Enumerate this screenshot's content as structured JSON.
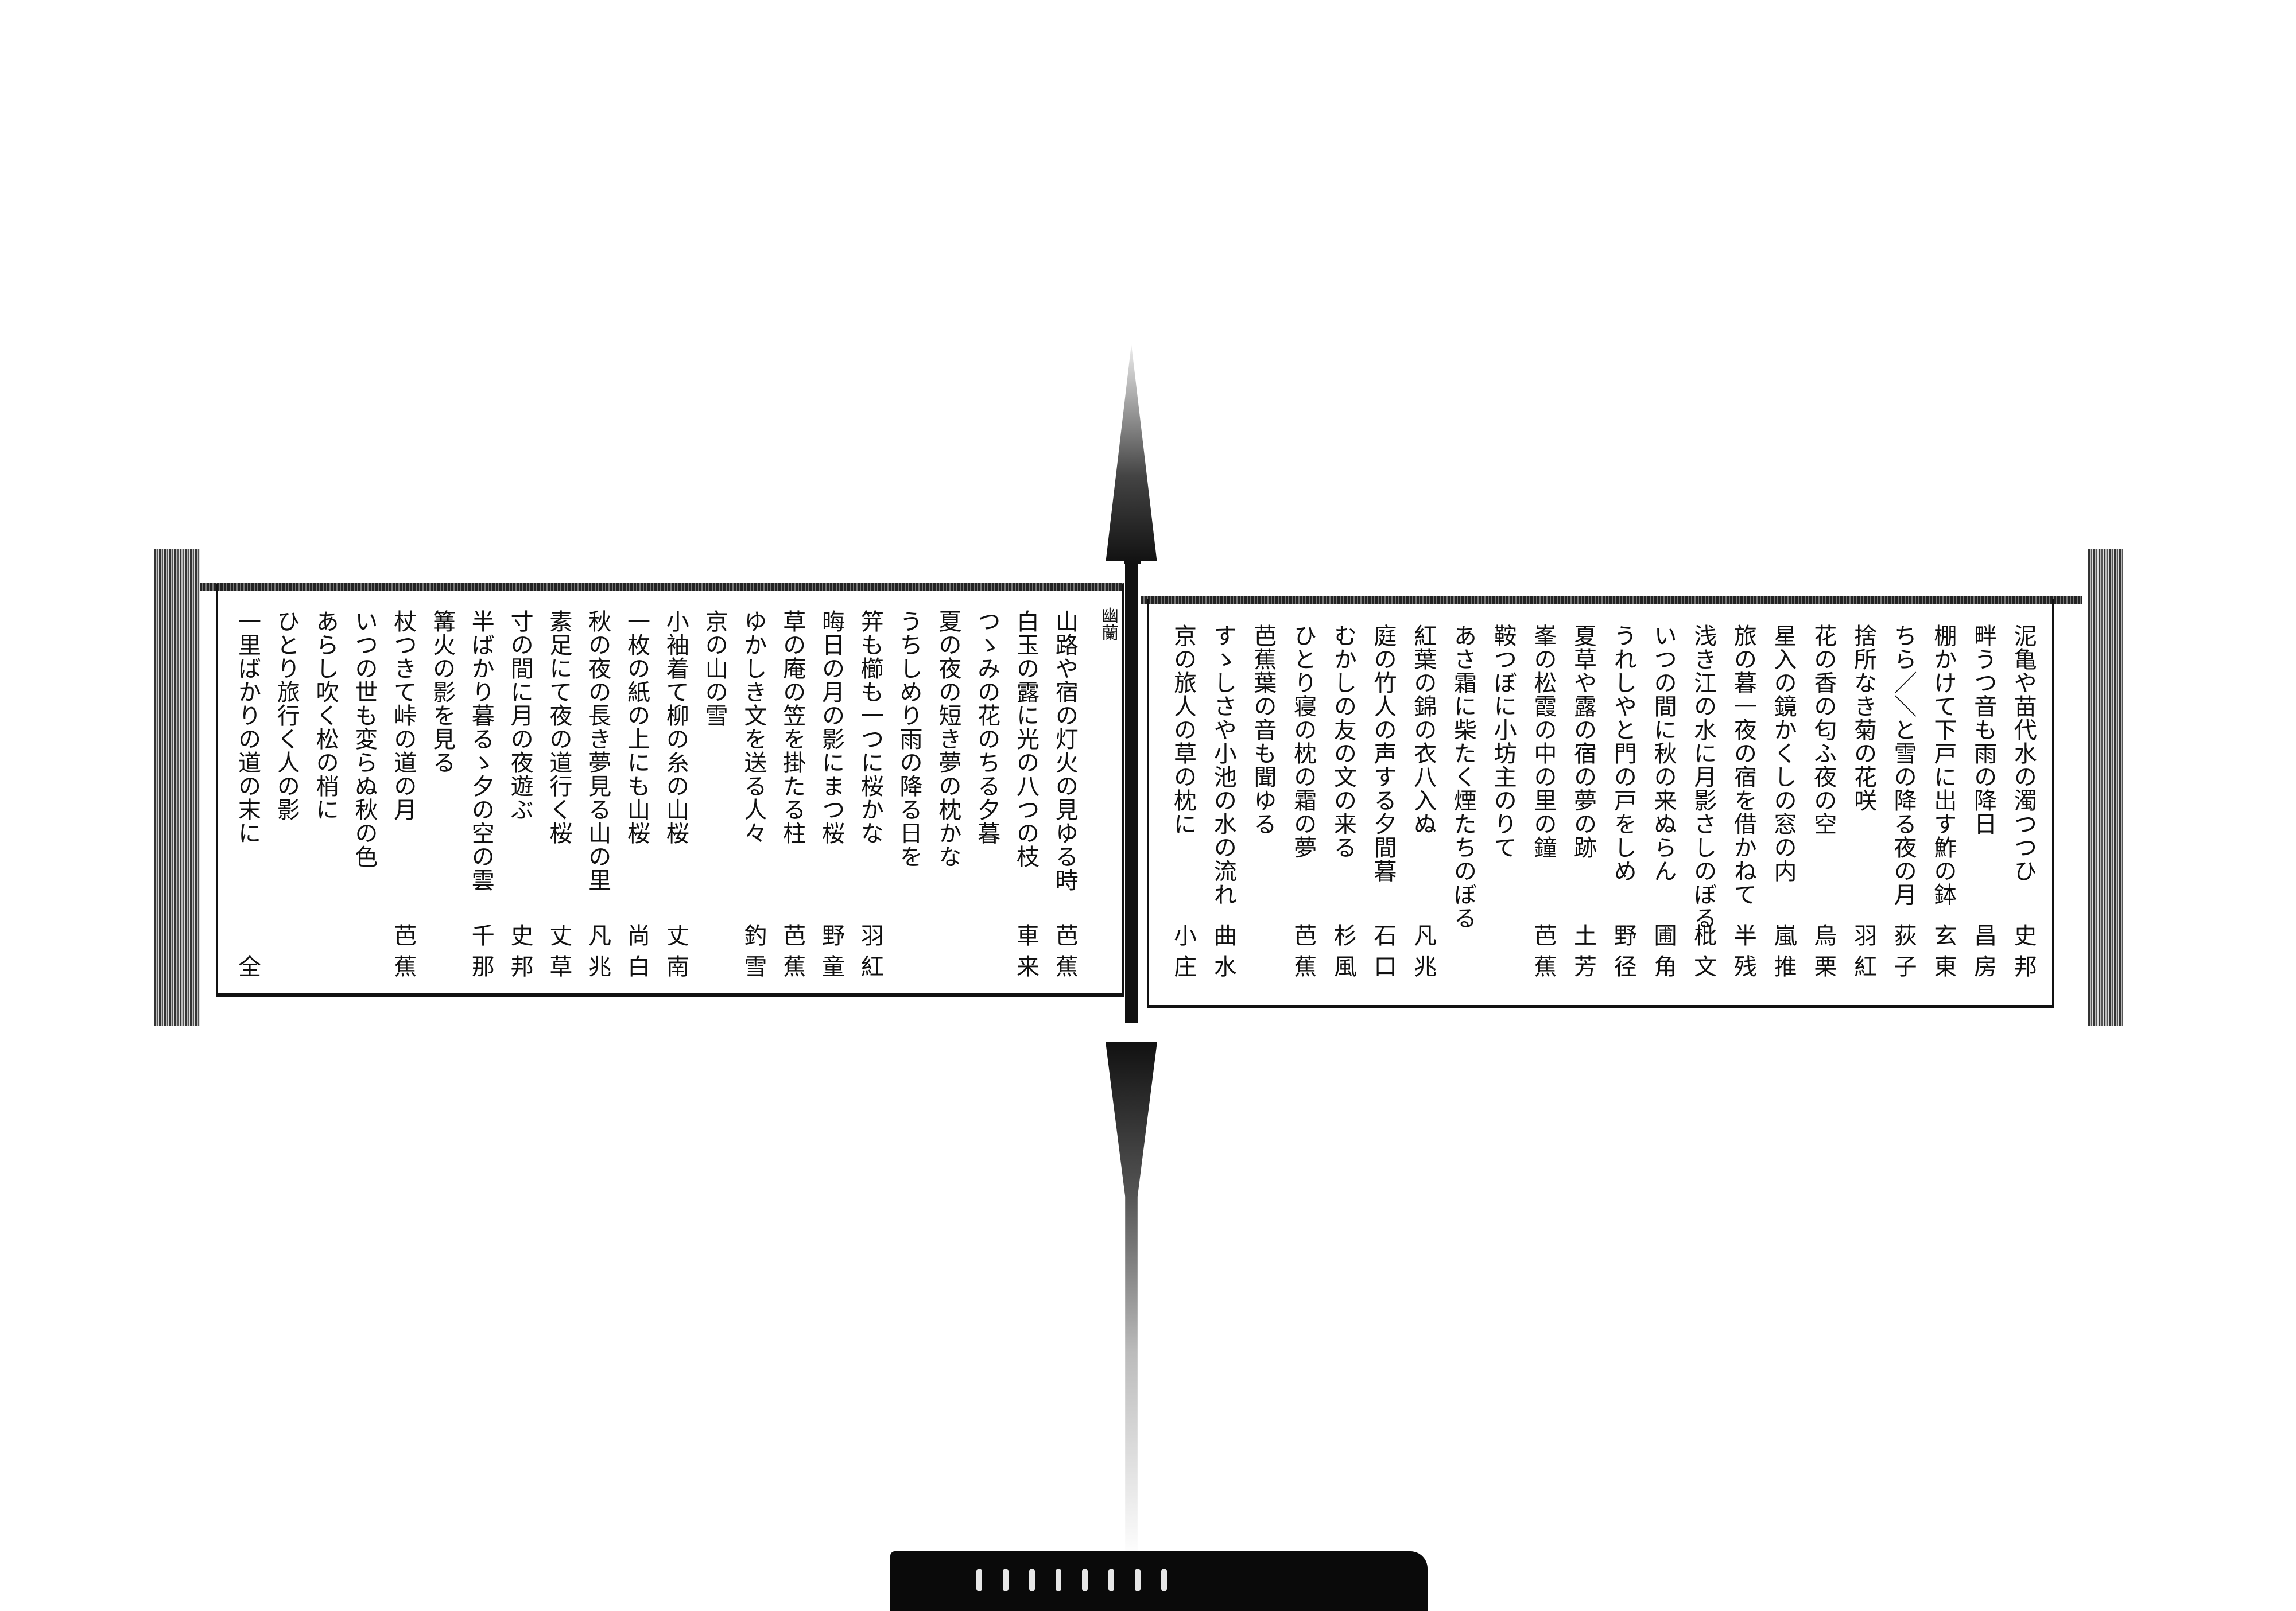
{
  "document": {
    "right_page": {
      "columns": [
        {
          "verse": "泥亀や苗代水の濁つつひ",
          "author": "史邦"
        },
        {
          "verse": "畔うつ音も雨の降日",
          "author": "昌房"
        },
        {
          "verse": "棚かけて下戸に出す鮓の鉢",
          "author": "玄東"
        },
        {
          "verse": "ちら／＼と雪の降る夜の月",
          "author": "荻子"
        },
        {
          "verse": "捨所なき菊の花咲",
          "author": "羽紅"
        },
        {
          "verse": "花の香の匂ふ夜の空",
          "author": "烏栗"
        },
        {
          "verse": "星入の鏡かくしの窓の内",
          "author": "嵐推"
        },
        {
          "verse": "旅の暮一夜の宿を借かねて",
          "author": "半残"
        },
        {
          "verse": "浅き江の水に月影さしのぼる",
          "author": "枇文"
        },
        {
          "verse": "いつの間に秋の来ぬらん",
          "author": "圃角"
        },
        {
          "verse": "うれしやと門の戸をしめ",
          "author": "野径"
        },
        {
          "verse": "夏草や露の宿の夢の跡",
          "author": "土芳"
        },
        {
          "verse": "峯の松霞の中の里の鐘",
          "author": "芭蕉"
        },
        {
          "verse": "鞍つぼに小坊主のりて",
          "author": ""
        },
        {
          "verse": "あさ霜に柴たく煙たちのぼる",
          "author": ""
        },
        {
          "verse": "紅葉の錦の衣八入ぬ",
          "author": "凡兆"
        },
        {
          "verse": "庭の竹人の声する夕間暮",
          "author": "石口"
        },
        {
          "verse": "むかしの友の文の来る",
          "author": "杉風"
        },
        {
          "verse": "ひとり寝の枕の霜の夢",
          "author": "芭蕉"
        },
        {
          "verse": "芭蕉葉の音も聞ゆる",
          "author": ""
        },
        {
          "verse": "すゝしさや小池の水の流れ",
          "author": "曲水"
        },
        {
          "verse": "京の旅人の草の枕に",
          "author": "小庄"
        }
      ]
    },
    "left_page": {
      "heading": "幽蘭",
      "columns": [
        {
          "verse": "山路や宿の灯火の見ゆる時",
          "author": "芭蕉"
        },
        {
          "verse": "白玉の露に光の八つの枝",
          "author": "車来"
        },
        {
          "verse": "つゝみの花のちる夕暮",
          "author": ""
        },
        {
          "verse": "夏の夜の短き夢の枕かな",
          "author": ""
        },
        {
          "verse": "うちしめり雨の降る日を",
          "author": ""
        },
        {
          "verse": "笄も櫛も一つに桜かな",
          "author": "羽紅"
        },
        {
          "verse": "晦日の月の影にまつ桜",
          "author": "野童"
        },
        {
          "verse": "草の庵の笠を掛たる柱",
          "author": "芭蕉"
        },
        {
          "verse": "ゆかしき文を送る人々",
          "author": "釣雪"
        },
        {
          "verse": "京の山の雪",
          "author": ""
        },
        {
          "verse": "小袖着て柳の糸の山桜",
          "author": "丈南"
        },
        {
          "verse": "一枚の紙の上にも山桜",
          "author": "尚白"
        },
        {
          "verse": "秋の夜の長き夢見る山の里",
          "author": "凡兆"
        },
        {
          "verse": "素足にて夜の道行く桜",
          "author": "丈草"
        },
        {
          "verse": "寸の間に月の夜遊ぶ",
          "author": "史邦"
        },
        {
          "verse": "半ばかり暮るゝ夕の空の雲",
          "author": "千那"
        },
        {
          "verse": "篝火の影を見る",
          "author": ""
        },
        {
          "verse": "杖つきて峠の道の月",
          "author": "芭蕉"
        },
        {
          "verse": "いつの世も変らぬ秋の色",
          "author": ""
        },
        {
          "verse": "あらし吹く松の梢に",
          "author": ""
        },
        {
          "verse": "ひとり旅行く人の影",
          "author": ""
        },
        {
          "verse": "一里ばかりの道の末に",
          "author": "全"
        }
      ]
    }
  }
}
